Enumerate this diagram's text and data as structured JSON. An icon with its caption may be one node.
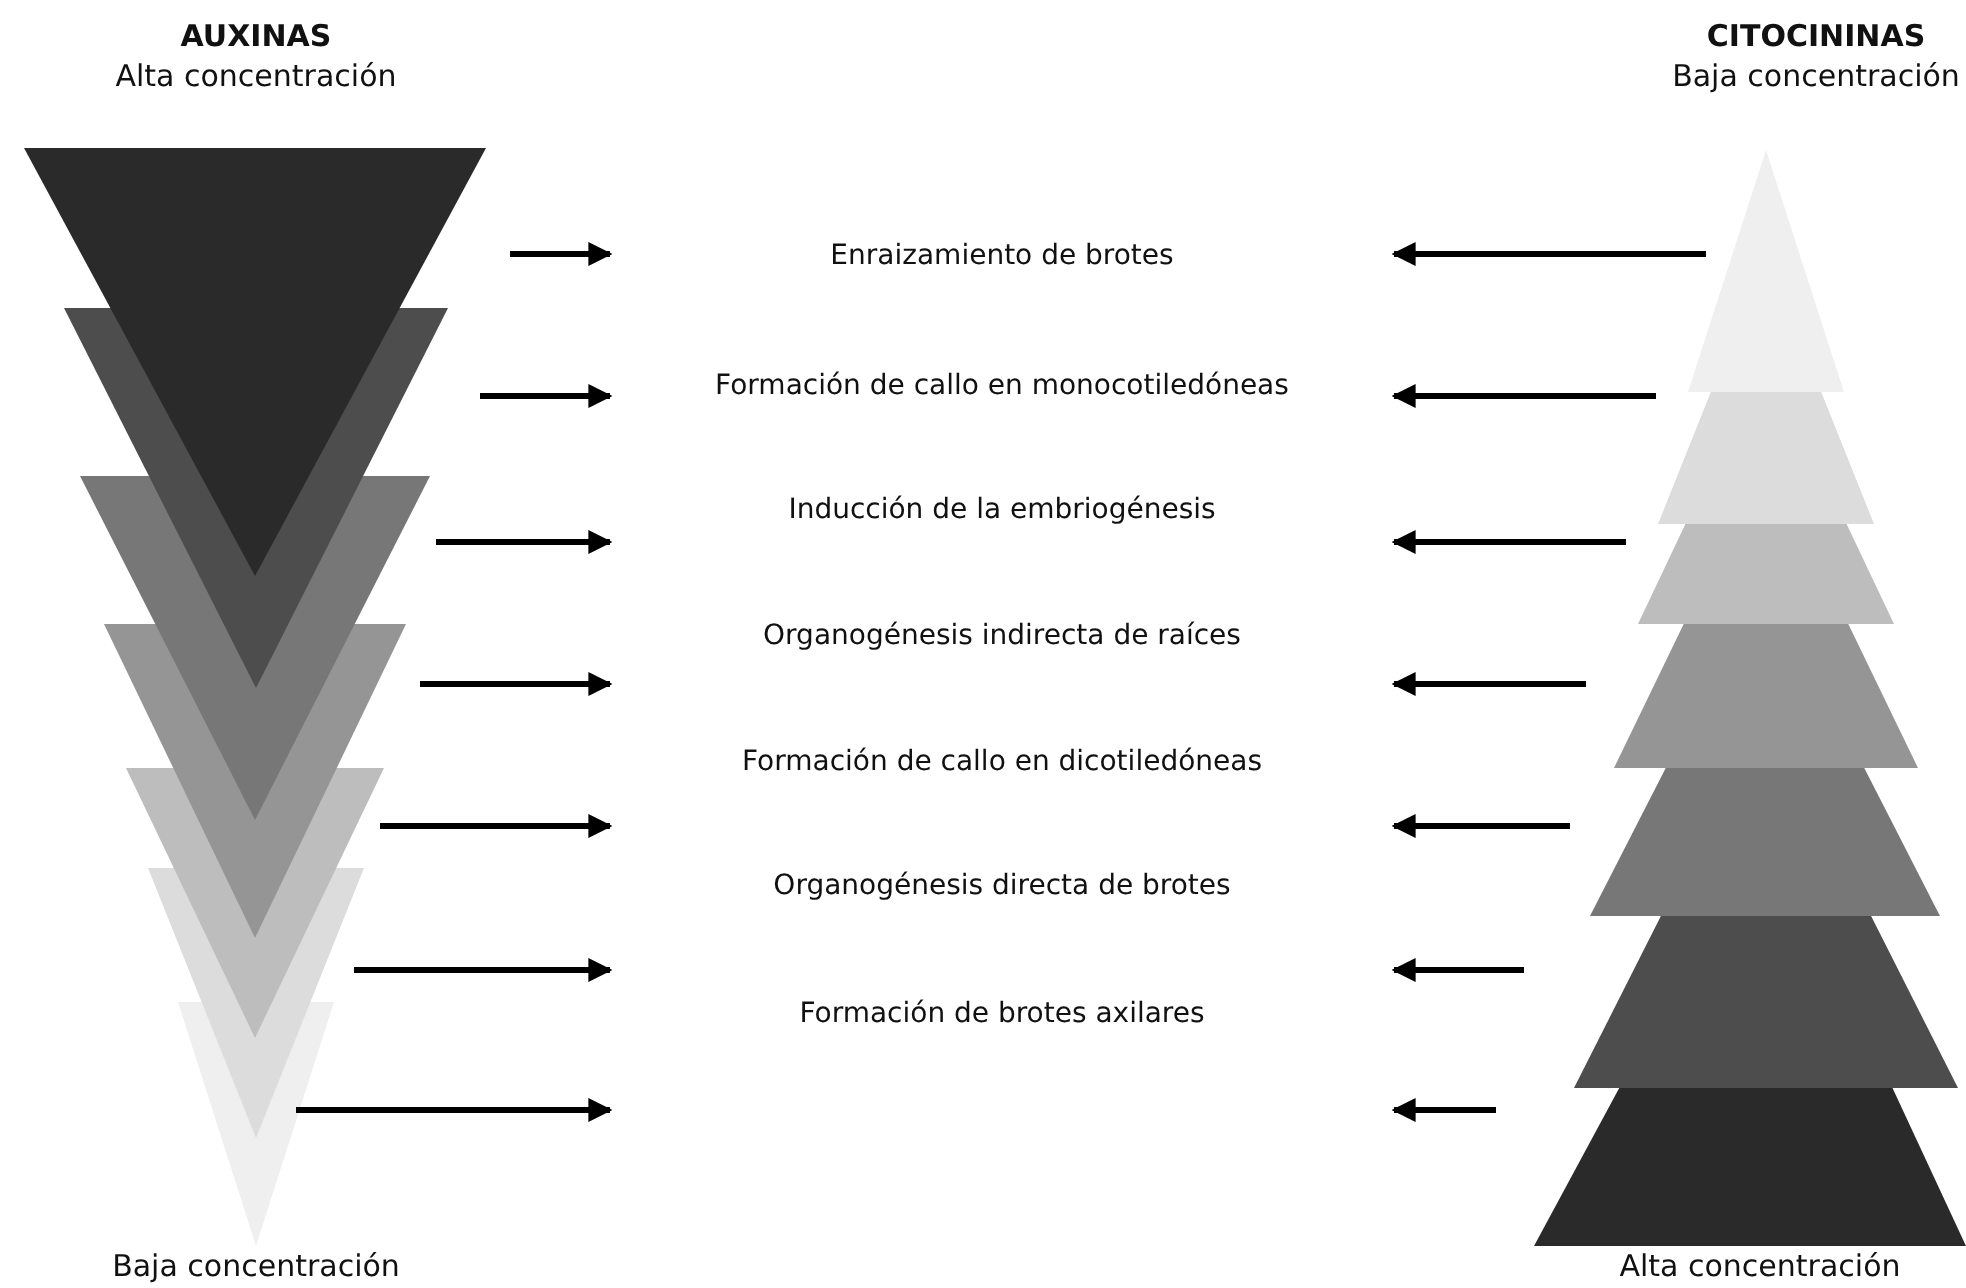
{
  "diagram": {
    "nodes": [
      {
        "text": [
          "Enraizamiento de brotes"
        ]
      },
      {
        "text": [
          "Formación de callo en monocotiledóneas"
        ]
      },
      {
        "text": [
          "Inducción de la embriogénesis"
        ]
      },
      {
        "text": [
          "Organogénesis indirecta de raíces"
        ]
      },
      {
        "text": [
          "Formación de callo en dicotiledóneas"
        ]
      },
      {
        "text": [
          "Organogénesis directa de brotes"
        ]
      },
      {
        "text": [
          "Formación de brotes axilares"
        ]
      }
    ],
    "labels": [
      "AUXINAS",
      "Alta concentración",
      "CITOCININAS",
      "Baja concentración",
      "Baja concentración",
      "Alta concentración"
    ]
  }
}
